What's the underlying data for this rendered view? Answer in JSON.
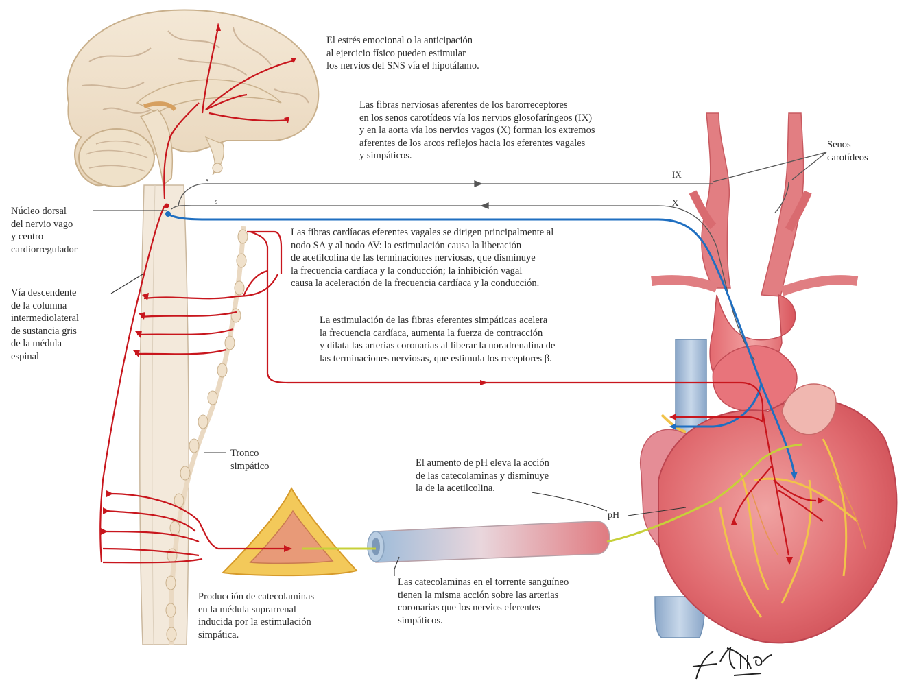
{
  "labels": {
    "emotional_stress": "El estrés emocional o la anticipación\nal ejercicio físico pueden estimular\nlos nervios del SNS vía el hipotálamo.",
    "baroreceptor_fibers": "Las fibras nerviosas aferentes de los barorreceptores\nen los senos carotídeos vía los nervios glosofaríngeos (IX)\ny en la aorta vía los nervios vagos (X) forman los extremos\naferentes de los arcos reflejos hacia los eferentes vagales\ny simpáticos.",
    "carotid_sinus": "Senos\ncarotídeos",
    "nerve_ix": "IX",
    "nerve_x": "X",
    "s_marker_1": "s",
    "s_marker_2": "s",
    "dorsal_nucleus": "Núcleo dorsal\ndel nervio vago\ny centro\ncardiorregulador",
    "vagal_efferent": "Las fibras cardíacas eferentes vagales se dirigen principalmente al\nnodo SA y al nodo AV: la estimulación causa la liberación\nde acetilcolina de las terminaciones nerviosas, que disminuye\nla frecuencia cardíaca y la conducción; la inhibición vagal\ncausa la aceleración de la frecuencia cardíaca y la conducción.",
    "descending_pathway": "Vía descendente\nde la columna\nintermediolateral\nde sustancia gris\nde la médula\nespinal",
    "sympathetic_stimulation": "La estimulación de las fibras eferentes simpáticas acelera\nla frecuencia cardíaca, aumenta la fuerza de contracción\ny dilata las arterias coronarias al liberar la noradrenalina de\nlas terminaciones nerviosas, que estimula los receptores β.",
    "sympathetic_trunk": "Tronco\nsimpático",
    "ph_effect": "El aumento de pH eleva la acción\nde las catecolaminas y disminuye\nla de la acetilcolina.",
    "ph_tag": "pH",
    "catecholamine_production": "Producción de catecolaminas\nen la médula suprarrenal\ninducida por la estimulación\nsimpática.",
    "catecholamines_blood": "Las catecolaminas en el torrente sanguíneo\ntienen la misma acción sobre las arterias\ncoronarias que los nervios eferentes\nsimpáticos.",
    "signature": "F. Netter"
  },
  "colors": {
    "sympathetic": "#c8161d",
    "vagal": "#1f6fc1",
    "afferent": "#555555",
    "adrenal": "#f2c64a",
    "heart": "#d9545e",
    "vein": "#7fa2c8"
  }
}
